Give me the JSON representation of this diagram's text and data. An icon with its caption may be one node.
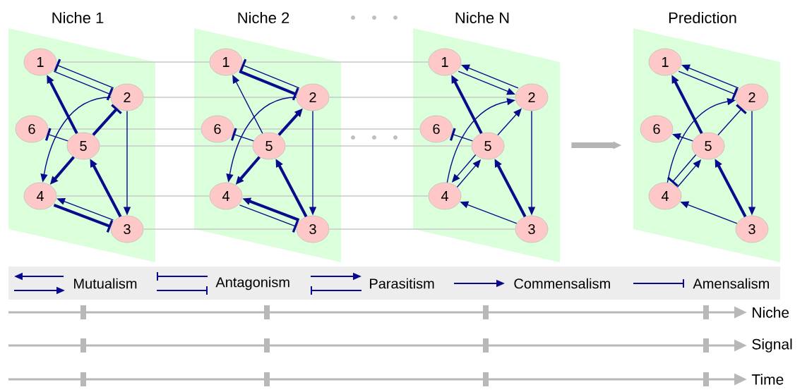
{
  "diagram": {
    "nodes": [
      {
        "text": [
          "Niche 1"
        ]
      },
      {
        "text": [
          "1"
        ],
        "in": 0
      },
      {
        "text": [
          "2"
        ],
        "in": 0
      },
      {
        "text": [
          "6"
        ],
        "in": 0
      },
      {
        "text": [
          "5"
        ],
        "in": 0
      },
      {
        "text": [
          "4"
        ],
        "in": 0
      },
      {
        "text": [
          "3"
        ],
        "in": 0
      },
      {
        "text": [
          "Niche 2"
        ]
      },
      {
        "text": [
          "1"
        ],
        "in": 7
      },
      {
        "text": [
          "2"
        ],
        "in": 7
      },
      {
        "text": [
          "6"
        ],
        "in": 7
      },
      {
        "text": [
          "5"
        ],
        "in": 7
      },
      {
        "text": [
          "4"
        ],
        "in": 7
      },
      {
        "text": [
          "3"
        ],
        "in": 7
      },
      {
        "text": [
          "Niche N"
        ]
      },
      {
        "text": [
          "1"
        ],
        "in": 14
      },
      {
        "text": [
          "2"
        ],
        "in": 14
      },
      {
        "text": [
          "6"
        ],
        "in": 14
      },
      {
        "text": [
          "5"
        ],
        "in": 14
      },
      {
        "text": [
          "4"
        ],
        "in": 14
      },
      {
        "text": [
          "3"
        ],
        "in": 14
      },
      {
        "text": [
          "Prediction"
        ]
      },
      {
        "text": [
          "1"
        ],
        "in": 21
      },
      {
        "text": [
          "2"
        ],
        "in": 21
      },
      {
        "text": [
          "6"
        ],
        "in": 21
      },
      {
        "text": [
          "5"
        ],
        "in": 21
      },
      {
        "text": [
          "4"
        ],
        "in": 21
      },
      {
        "text": [
          "3"
        ],
        "in": 21
      }
    ],
    "edges": [
      {
        "from": 1,
        "to": 8,
        "arrow": "none",
        "color": "#c8c8c8"
      },
      {
        "from": 2,
        "to": 9,
        "arrow": "none",
        "color": "#c8c8c8"
      },
      {
        "from": 3,
        "to": 10,
        "arrow": "none",
        "color": "#c8c8c8"
      },
      {
        "from": 4,
        "to": 11,
        "arrow": "none",
        "color": "#c8c8c8"
      },
      {
        "from": 5,
        "to": 12,
        "arrow": "none",
        "color": "#c8c8c8"
      },
      {
        "from": 6,
        "to": 13,
        "arrow": "none",
        "color": "#c8c8c8"
      },
      {
        "from": 8,
        "to": 15,
        "arrow": "none",
        "color": "#c8c8c8"
      },
      {
        "from": 9,
        "to": 16,
        "arrow": "none",
        "color": "#c8c8c8"
      },
      {
        "from": 10,
        "to": 17,
        "arrow": "none",
        "color": "#c8c8c8"
      },
      {
        "from": 11,
        "to": 18,
        "arrow": "none",
        "color": "#c8c8c8"
      },
      {
        "from": 12,
        "to": 19,
        "arrow": "none",
        "color": "#c8c8c8"
      },
      {
        "from": 13,
        "to": 20,
        "arrow": "none",
        "color": "#c8c8c8"
      },
      {
        "from": 14,
        "to": 21,
        "arrow": "to",
        "style": "thick",
        "color": "#b4b4b4"
      },
      {
        "from": 2,
        "to": 1,
        "arrow": "other"
      },
      {
        "from": 1,
        "to": 2,
        "arrow": "other"
      },
      {
        "from": 4,
        "to": 1,
        "arrow": "to",
        "style": "thick"
      },
      {
        "from": 4,
        "to": 2,
        "arrow": "other",
        "style": "thick"
      },
      {
        "from": 2,
        "to": 5,
        "arrow": "to"
      },
      {
        "from": 4,
        "to": 5,
        "arrow": "to",
        "style": "thick"
      },
      {
        "from": 4,
        "to": 3,
        "arrow": "other"
      },
      {
        "from": 2,
        "to": 6,
        "arrow": "to"
      },
      {
        "from": 6,
        "to": 4,
        "arrow": "to",
        "style": "thick"
      },
      {
        "from": 6,
        "to": 5,
        "arrow": "to"
      },
      {
        "from": 5,
        "to": 6,
        "arrow": "other",
        "style": "thick"
      },
      {
        "from": 9,
        "to": 8,
        "arrow": "other"
      },
      {
        "from": 8,
        "to": 9,
        "arrow": "other",
        "style": "thick"
      },
      {
        "from": 11,
        "to": 8,
        "arrow": "to"
      },
      {
        "from": 11,
        "to": 10,
        "arrow": "other"
      },
      {
        "from": 11,
        "to": 9,
        "arrow": "to",
        "style": "thick"
      },
      {
        "from": 11,
        "to": 12,
        "arrow": "to",
        "style": "thick"
      },
      {
        "from": 9,
        "to": 12,
        "arrow": "to"
      },
      {
        "from": 9,
        "to": 13,
        "arrow": "to"
      },
      {
        "from": 13,
        "to": 11,
        "arrow": "to",
        "style": "thick"
      },
      {
        "from": 13,
        "to": 12,
        "arrow": "to",
        "style": "thick"
      },
      {
        "from": 12,
        "to": 13,
        "arrow": "other"
      },
      {
        "from": 16,
        "to": 15,
        "arrow": "to"
      },
      {
        "from": 15,
        "to": 16,
        "arrow": "to"
      },
      {
        "from": 18,
        "to": 15,
        "arrow": "to",
        "style": "thick"
      },
      {
        "from": 19,
        "to": 16,
        "arrow": "to"
      },
      {
        "from": 18,
        "to": 16,
        "arrow": "to"
      },
      {
        "from": 18,
        "to": 17,
        "arrow": "other"
      },
      {
        "from": 18,
        "to": 19,
        "arrow": "to"
      },
      {
        "from": 19,
        "to": 18,
        "arrow": "to"
      },
      {
        "from": 16,
        "to": 20,
        "arrow": "to"
      },
      {
        "from": 20,
        "to": 18,
        "arrow": "to",
        "style": "thick"
      },
      {
        "from": 20,
        "to": 19,
        "arrow": "to"
      },
      {
        "from": 23,
        "to": 22,
        "arrow": "to"
      },
      {
        "from": 22,
        "to": 23,
        "arrow": "other"
      },
      {
        "from": 25,
        "to": 22,
        "arrow": "to",
        "style": "thick"
      },
      {
        "from": 26,
        "to": 23,
        "arrow": "to"
      },
      {
        "from": 25,
        "to": 24,
        "arrow": "to"
      },
      {
        "from": 25,
        "to": 23,
        "arrow": "other"
      },
      {
        "from": 25,
        "to": 26,
        "arrow": "other"
      },
      {
        "from": 26,
        "to": 25,
        "arrow": "to"
      },
      {
        "from": 23,
        "to": 27,
        "arrow": "to"
      },
      {
        "from": 27,
        "to": 25,
        "arrow": "to",
        "style": "thick"
      },
      {
        "from": 27,
        "to": 26,
        "arrow": "to"
      }
    ],
    "labels": [
      "Niche",
      "Signal",
      "Time"
    ],
    "legend": [
      {
        "text": "Mutualism"
      },
      {
        "text": "Antagonism"
      },
      {
        "text": "Parasitism"
      },
      {
        "text": "Commensalism"
      },
      {
        "text": "Amensalism"
      }
    ]
  }
}
